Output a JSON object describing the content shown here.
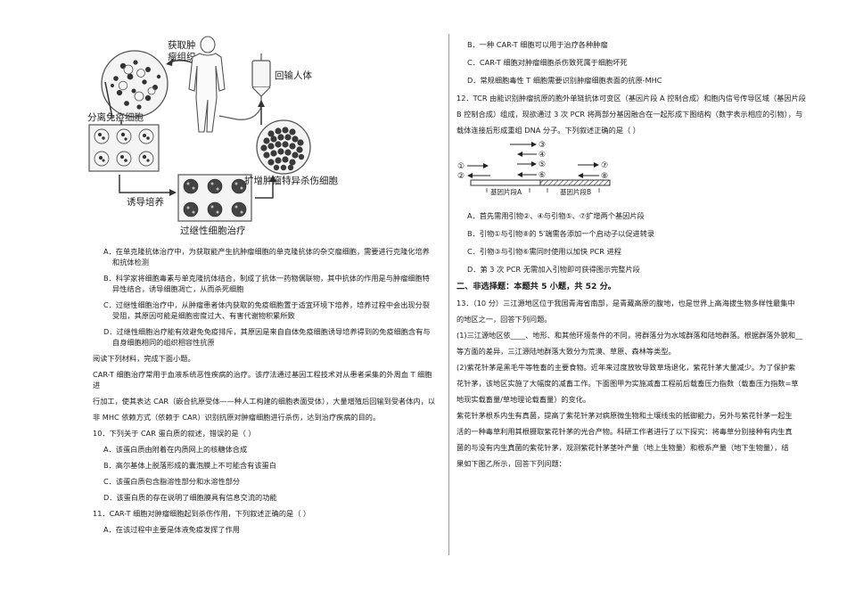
{
  "figure1": {
    "labels": {
      "get_tissue_l1": "获取肿",
      "get_tissue_l2": "瘤组织",
      "infuse_back": "回输人体",
      "separate": "分离免疫细胞",
      "expand": "扩增肿瘤特异杀伤细胞",
      "induce": "诱导培养",
      "adoptive": "过继性细胞治疗"
    }
  },
  "left": {
    "q9_options": [
      "A．在单克隆抗体治疗中，为获取能产生抗肿瘤细胞的单克隆抗体的杂交瘤细胞，需要进行克隆化培养",
      "和抗体检测",
      "B．科学家将细胞毒素与单克隆抗体结合，制成了抗体一药物偶联物，其中抗体的作用是与肿瘤细胞特",
      "异性结合，诱导细胞凋亡，从而杀死细胞",
      "C．过继性细胞治疗中，从肿瘤患者体内获取的免疫细胞置于适宜环境下培养，培养过程中会出现分裂",
      "受阻，其原因可能是细胞密度过大、有害代谢物积累所致",
      "D．过继性细胞治疗能有效避免免疫排斥，其原因是来自自体免疫细胞诱导培养得到的免疫细胞含有与",
      "自身细胞相同的组织相容性抗原"
    ],
    "passage_intro": "阅读下列材料，完成下面小题。",
    "passage_lines": [
      "CAR-T 细胞治疗常用于血液系统恶性疾病的治疗。该疗法通过基因工程技术对从患者采集的外周血 T 细胞进",
      "行加工，使其表达 CAR（嵌合抗原受体——种人工构建的细胞表面受体），大量增殖后回输到受者体内，以",
      "非 MHC 依赖方式（依赖于 CAR）识别抗原对肿瘤细胞进行杀伤，达到治疗疾病的目的。"
    ],
    "q10": "10．下列关于 CAR 蛋白质的叙述，错误的是（    ）",
    "q10_options": [
      "A．该蛋白质由附着在内质网上的核糖体合成",
      "B．高尔基体上脱落形成的囊泡膜上不可能含有该蛋白",
      "C．该蛋白质包含脂溶性部分和水溶性部分",
      "D．该蛋白质的存在说明了细胞膜具有信息交流的功能"
    ],
    "q11": "11．CAR-T 细胞对肿瘤细胞起到杀伤作用，下列叙述正确的是（    ）",
    "q11_options": [
      "A．在该过程中主要是体液免疫发挥了作用"
    ]
  },
  "right": {
    "q11_options_cont": [
      "B．一种 CAR-T 细胞可以用于治疗各种肿瘤",
      "C．CAR-T 细胞对肿瘤细胞杀伤致死属于细胞坏死",
      "D．常规细胞毒性 T 细胞需要识别肿瘤细胞表面的抗原-MHC"
    ],
    "q12_lines": [
      "12．TCR 由能识别肿瘤抗原的胞外单链抗体可变区（基因片段 A 控制合成）和胞内信号传导区域（基因片段",
      "B 控制合成）组成，现欲通过 3 次 PCR 将两部分基因融合在一起形成下图结构（数字表示相应的引物），与",
      "载体连接后形成重组 DNA 分子。下列叙述正确的是（    ）"
    ],
    "figure2": {
      "primers": [
        "①",
        "②",
        "③",
        "④",
        "⑤",
        "⑥",
        "⑦",
        "⑧"
      ],
      "segment_a": "基因片段A",
      "segment_b": "基因片段B"
    },
    "q12_options": [
      "A．首先需用引物②、④与引物⑤、⑦扩增两个基因片段",
      "B．引物①与引物⑧的 5′端需各添加一个启动子以促进转录",
      "C．引物③与引物⑥需同时使用以加快 PCR 进程",
      "D．第 3 次 PCR 无需加入引物即可获得图示完整片段"
    ],
    "section2": "二、非选择题：本题共 5 小题，共 52 分。",
    "q13_lines": [
      "13．（10 分）三江源地区位于我国青海省南部，是青藏高原的腹地，也是世界上高海拔生物多样性最集中",
      "的地区之一，回答下列问题。",
      "(1)三江源地区依____、地形、和其他环境条件的不同，将群落分为水域群落和陆地群落。根据群落外貌和__",
      "等方面的差异，三江源陆地群落大致分为荒漠、草原、森林等类型。",
      "(2)紫花针茅是黑毛牛等牲畜的主要食物。近年来过度放牧导致草场退化，紫花针茅大量减少。为了保护紫",
      "花针茅，该地区实施了大幅度的减畜工作。下面图甲为实施减畜工程前后载畜压力指数（载畜压力指数=草",
      "地现实载畜量/草地理论载畜量）的变化。",
      "紫花针茅根系内生有真菌，提高了紫花针茅对病原微生物和土壤线虫的抵御能力，另外与紫花针茅一起生",
      "活的一种毒草利用其根摄取紫花针茅的光合产物。科研工作者进行了以下探究：将毒草分别接种有内生真",
      "菌的与没有内生真菌的紫花针茅，观测紫花针茅茎叶产量（地上生物量）和根系产量（地下生物量），结",
      "果如下图乙所示，回答下列问题："
    ]
  }
}
